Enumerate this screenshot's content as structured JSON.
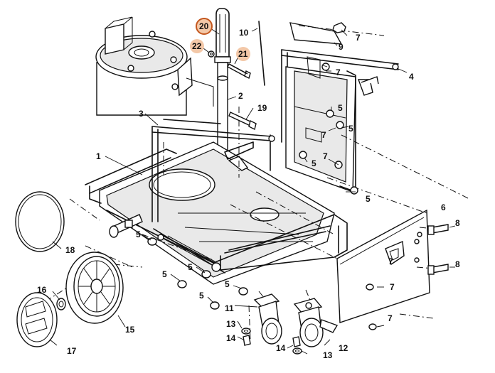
{
  "diagram": {
    "part_numbers": {
      "p1": "1",
      "p2": "2",
      "p3": "3",
      "p4": "4",
      "p5a": "5",
      "p5b": "5",
      "p5c": "5",
      "p5d": "5",
      "p5e": "5",
      "p5f": "5",
      "p5g": "5",
      "p5h": "5",
      "p5i": "5",
      "p6": "6",
      "p7a": "7",
      "p7b": "7",
      "p7c": "7",
      "p7d": "7",
      "p7e": "7",
      "p7f": "7",
      "p7g": "7",
      "p8a": "8",
      "p8b": "8",
      "p9": "9",
      "p10": "10",
      "p11": "11",
      "p12": "12",
      "p13a": "13",
      "p13b": "13",
      "p14a": "14",
      "p14b": "14",
      "p15": "15",
      "p16": "16",
      "p17": "17",
      "p18": "18",
      "p19": "19",
      "p20": "20",
      "p21": "21",
      "p22": "22"
    },
    "highlight_color": "#f3c8a8",
    "highlight_ring_color": "#c4571e",
    "highlighted_parts": [
      "20",
      "21",
      "22"
    ]
  }
}
